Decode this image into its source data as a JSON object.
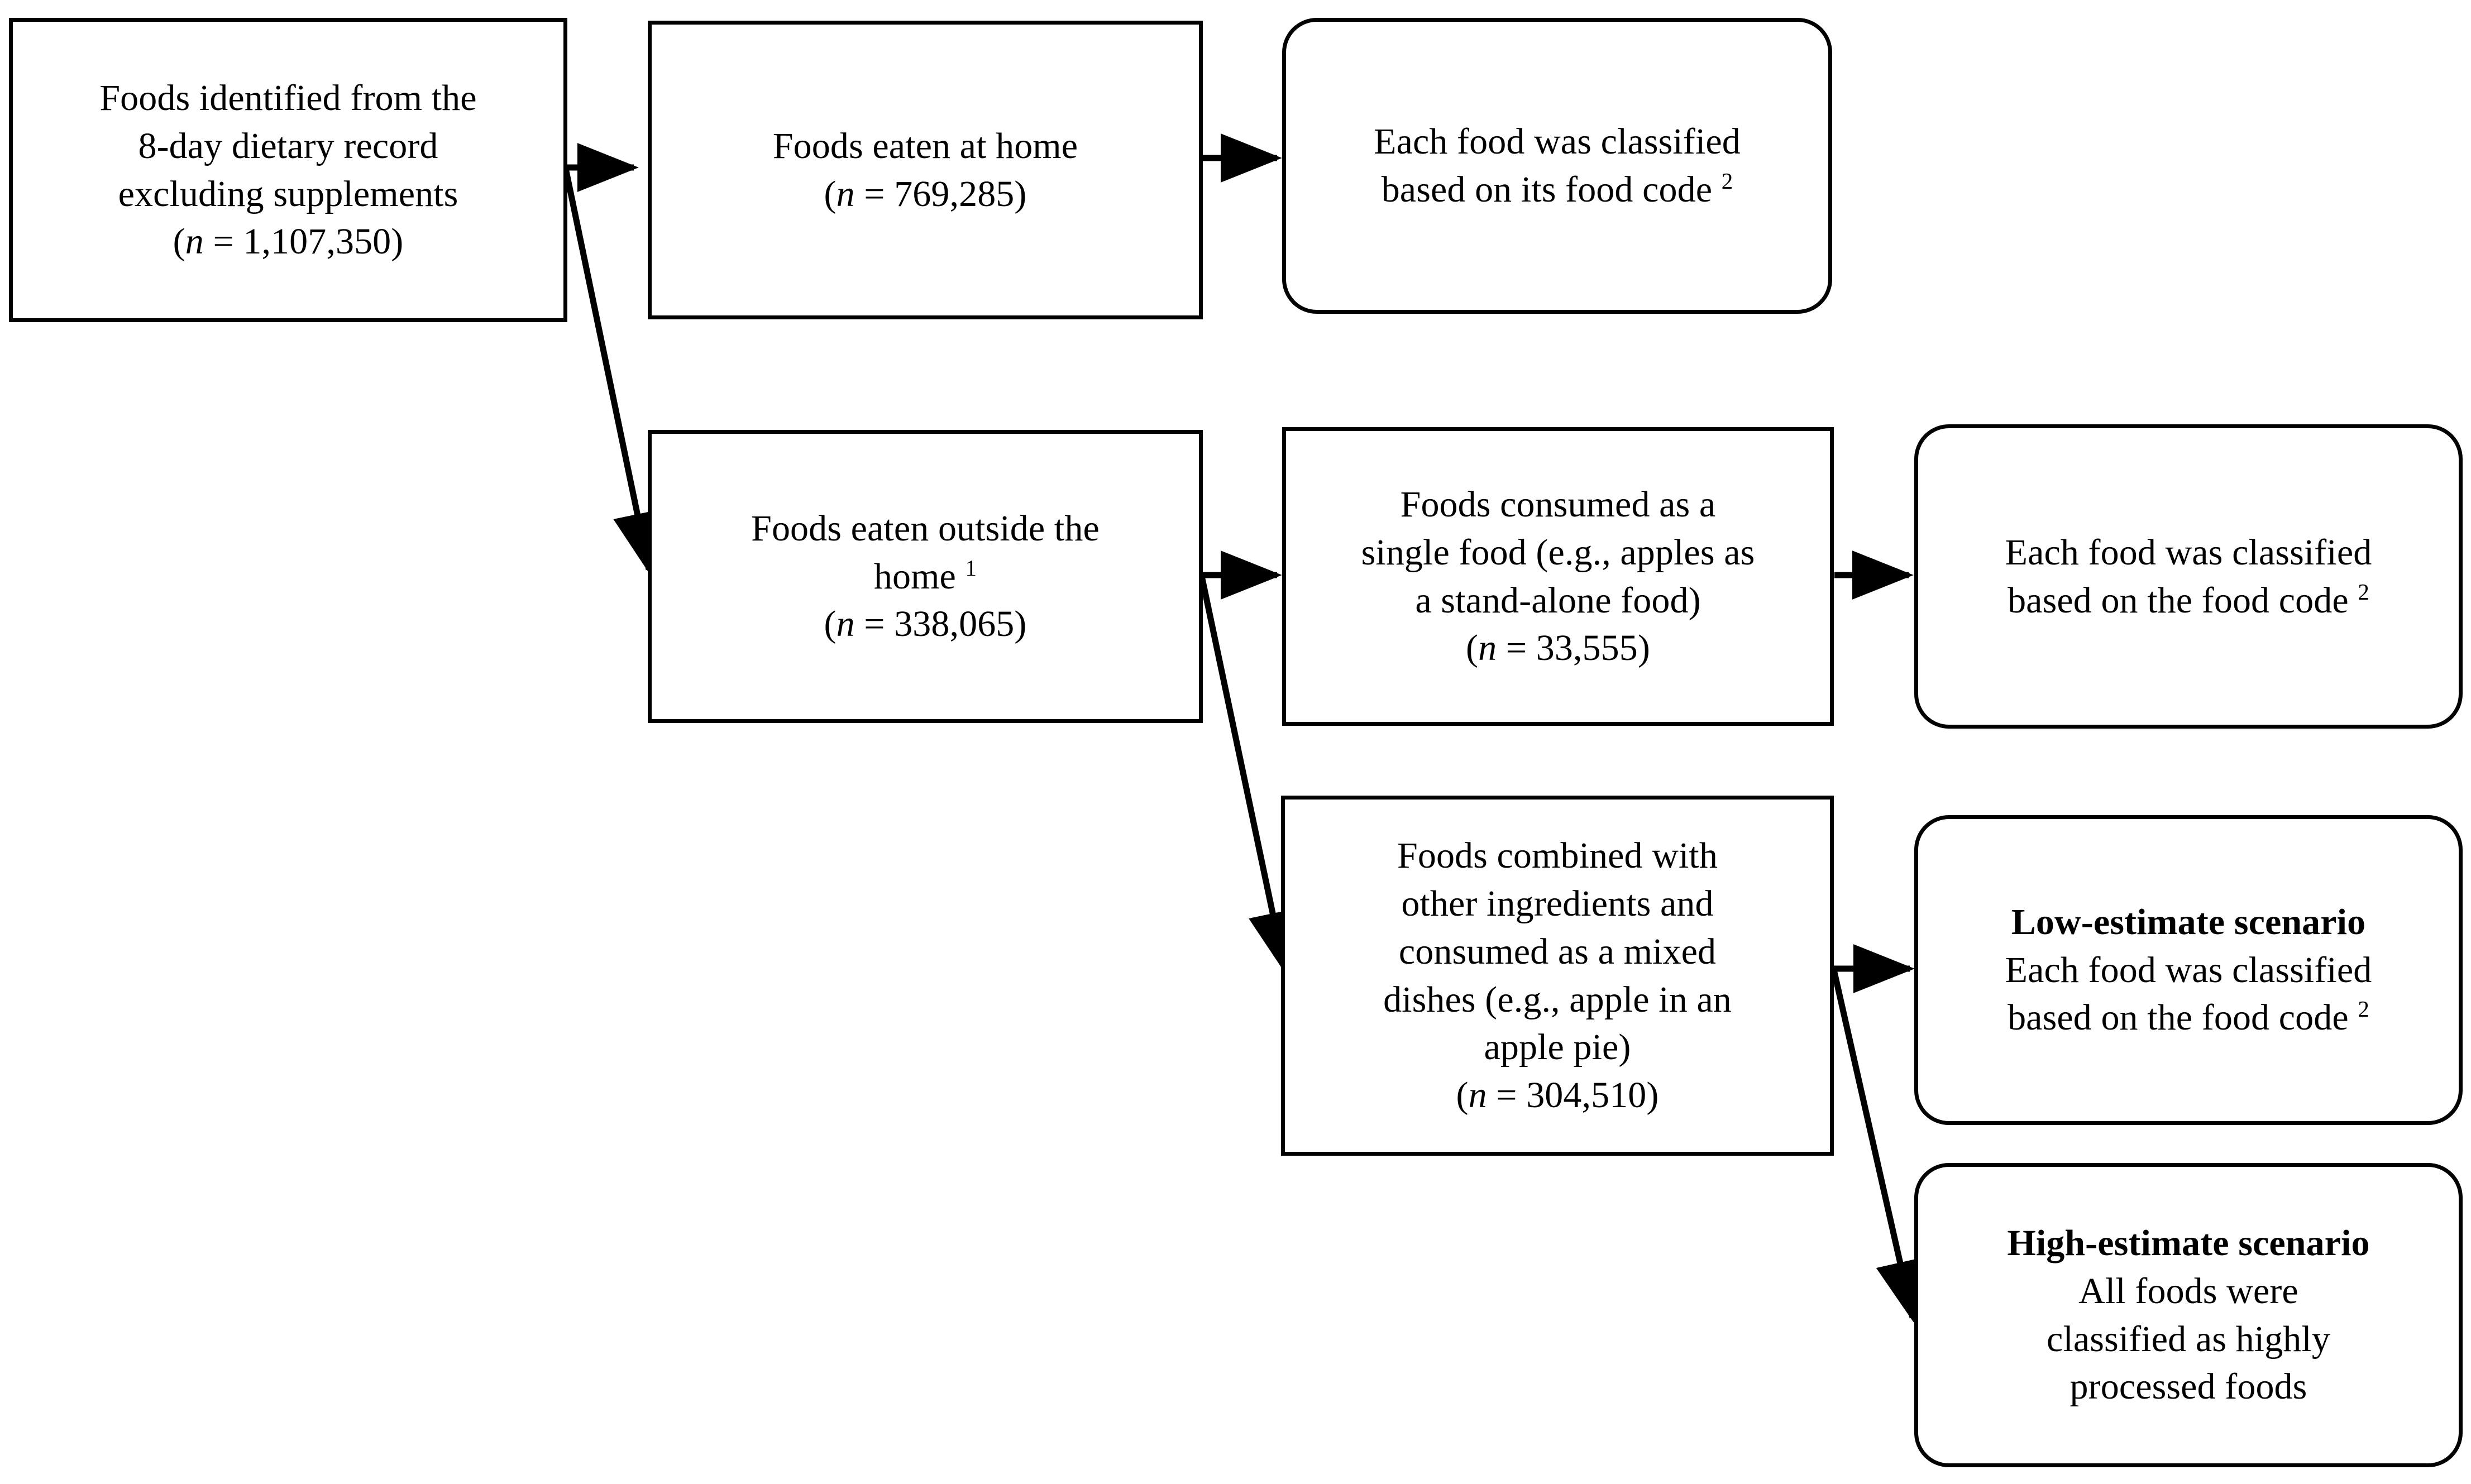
{
  "figure": {
    "type": "flowchart",
    "orientation": "left-to-right",
    "background_color": "#ffffff",
    "line_color": "#000000",
    "text_color": "#000000"
  },
  "nodes": [
    {
      "id": "source",
      "shape": "rectangle",
      "lines": [
        "Foods identified from the",
        "8-day dietary record",
        "excluding supplements"
      ],
      "count_label": "(n = 1,107,350)",
      "count_prefix": "(",
      "count_italic": "n",
      "count_value": " = 1,107,350)"
    },
    {
      "id": "at-home",
      "shape": "rectangle",
      "lines": [
        "Foods eaten at home"
      ],
      "count_prefix": "(",
      "count_italic": "n",
      "count_value": " = 769,285)"
    },
    {
      "id": "at-home-classified",
      "shape": "rounded-rectangle",
      "lines": [
        "Each food was classified",
        "based on its food code"
      ],
      "superscript": "2"
    },
    {
      "id": "outside-home",
      "shape": "rectangle",
      "lines": [
        "Foods eaten outside the",
        "home"
      ],
      "superscript": "1",
      "count_prefix": "(",
      "count_italic": "n",
      "count_value": " = 338,065)"
    },
    {
      "id": "single-food",
      "shape": "rectangle",
      "lines": [
        "Foods consumed as a",
        "single food (e.g., apples as",
        "a stand-alone food)"
      ],
      "count_prefix": "(",
      "count_italic": "n",
      "count_value": " = 33,555)"
    },
    {
      "id": "single-food-classified",
      "shape": "rounded-rectangle",
      "lines": [
        "Each food was classified",
        "based on the food code"
      ],
      "superscript": "2"
    },
    {
      "id": "mixed-dishes",
      "shape": "rectangle",
      "lines": [
        "Foods combined with",
        "other ingredients and",
        "consumed as a mixed",
        "dishes (e.g., apple in an",
        "apple pie)"
      ],
      "count_prefix": "(",
      "count_italic": "n",
      "count_value": " = 304,510)"
    },
    {
      "id": "low-estimate",
      "shape": "rounded-rectangle",
      "heading": "Low-estimate scenario",
      "lines": [
        "Each food was classified",
        "based on the food code"
      ],
      "superscript": "2"
    },
    {
      "id": "high-estimate",
      "shape": "rounded-rectangle",
      "heading": "High-estimate scenario",
      "lines": [
        "All foods were",
        "classified as highly",
        "processed foods"
      ]
    }
  ],
  "edges": [
    {
      "from": "source",
      "to": "at-home",
      "style": "straight-arrow"
    },
    {
      "from": "source",
      "to": "outside-home",
      "style": "diagonal-arrow"
    },
    {
      "from": "at-home",
      "to": "at-home-classified",
      "style": "straight-arrow"
    },
    {
      "from": "outside-home",
      "to": "single-food",
      "style": "straight-arrow"
    },
    {
      "from": "outside-home",
      "to": "mixed-dishes",
      "style": "diagonal-arrow"
    },
    {
      "from": "single-food",
      "to": "single-food-classified",
      "style": "straight-arrow"
    },
    {
      "from": "mixed-dishes",
      "to": "low-estimate",
      "style": "straight-arrow"
    },
    {
      "from": "mixed-dishes",
      "to": "high-estimate",
      "style": "diagonal-arrow"
    }
  ]
}
